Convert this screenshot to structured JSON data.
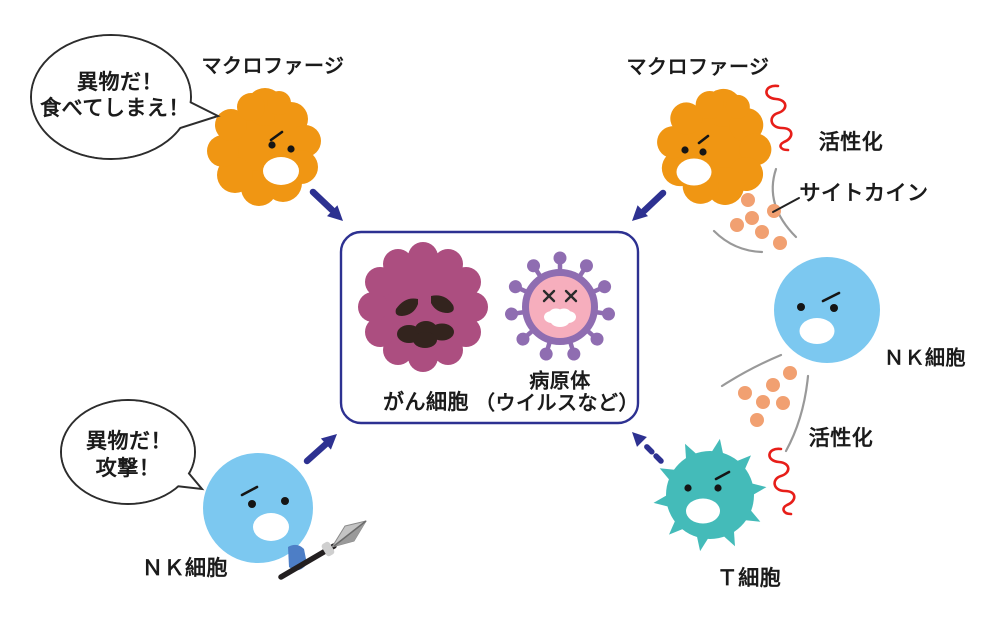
{
  "labels": {
    "macrophage_left": "マクロファージ",
    "macrophage_right": "マクロファージ",
    "nk_left": "ＮＫ細胞",
    "nk_right": "ＮＫ細胞",
    "t_cell": "Ｔ細胞",
    "cancer_cell": "がん細胞",
    "pathogen_line1": "病原体",
    "pathogen_line2": "（ウイルスなど）",
    "activation_top": "活性化",
    "activation_bottom": "活性化",
    "cytokine": "サイトカイン"
  },
  "bubbles": {
    "macrophage": {
      "line1": "異物だ！",
      "line2": "食べてしまえ！"
    },
    "nk_cell": {
      "line1": "異物だ！",
      "line2": "攻撃！"
    }
  },
  "colors": {
    "macrophage": "#F09613",
    "nk_cell": "#7CC8F0",
    "t_cell": "#44BBB9",
    "cancer_cell": "#AC4E80",
    "virus_ring": "#8F6DB1",
    "virus_body": "#F6AEBD",
    "cytokine_dot": "#F1A071",
    "arrow": "#2D3191",
    "activation_mark": "#E71E19",
    "target_box_border": "#2D3191"
  }
}
